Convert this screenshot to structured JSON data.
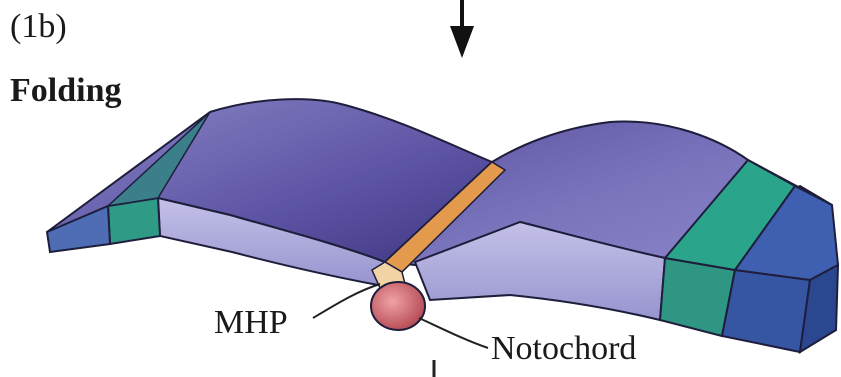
{
  "figure": {
    "panel_id": "(1b)",
    "title": "Folding",
    "labels": {
      "mhp": "MHP",
      "notochord": "Notochord"
    }
  },
  "colors": {
    "neural_plate_top": "#6a5fae",
    "neural_plate_side": "#a9a6d8",
    "surface_ectoderm_teal": "#2f9b86",
    "epidermis_blue": "#3e5da8",
    "floor_strip": "#e39a4d",
    "notochord": "#d86870",
    "outline": "#1e1e3c"
  }
}
